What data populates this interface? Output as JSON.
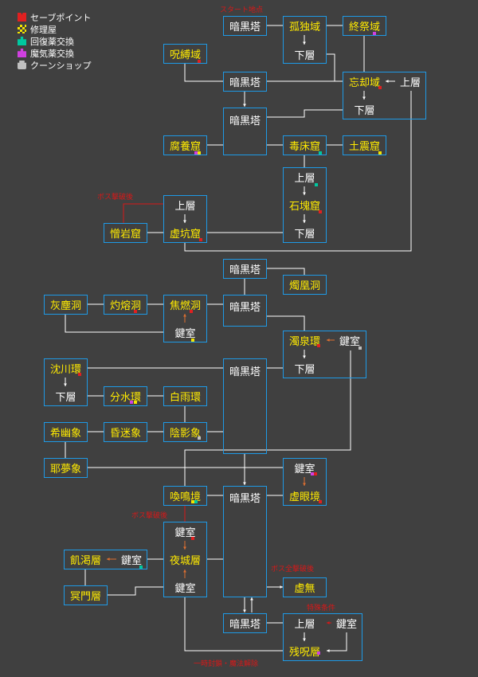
{
  "legend": [
    {
      "key": "save",
      "label": "セーブポイント",
      "color": "#e02020",
      "icon": "save-point-icon"
    },
    {
      "key": "repair",
      "label": "修理屋",
      "color": "#f4e400",
      "icon": "repair-shop-icon"
    },
    {
      "key": "heal",
      "label": "回復薬交換",
      "color": "#00c8a0",
      "icon": "heal-potion-icon"
    },
    {
      "key": "magic",
      "label": "魔気薬交換",
      "color": "#d040e0",
      "icon": "magic-potion-icon"
    },
    {
      "key": "coupon",
      "label": "クーンショップ",
      "color": "#c0c0c0",
      "icon": "coupon-shop-icon"
    }
  ],
  "nodes": {
    "n_tower1": {
      "label": "暗黒塔",
      "style": "plain"
    },
    "n_kodoku": {
      "label": "孤独域",
      "style": "room"
    },
    "n_kodoku_down": {
      "label": "下層",
      "style": "sub"
    },
    "n_shusai": {
      "label": "終祭域",
      "style": "room"
    },
    "n_jubaku": {
      "label": "呪縛域",
      "style": "room"
    },
    "n_tower2": {
      "label": "暗黒塔",
      "style": "plain"
    },
    "n_bokyaku": {
      "label": "忘却域",
      "style": "room"
    },
    "n_bokyaku_up": {
      "label": "上層",
      "style": "sub"
    },
    "n_bokyaku_down": {
      "label": "下層",
      "style": "sub"
    },
    "n_tower3": {
      "label": "暗黒塔",
      "style": "plain"
    },
    "n_fuyo": {
      "label": "腐養窟",
      "style": "room"
    },
    "n_dokusho": {
      "label": "毒床窟",
      "style": "room"
    },
    "n_doshin": {
      "label": "土震窟",
      "style": "room"
    },
    "n_sekkai_up": {
      "label": "上層",
      "style": "sub"
    },
    "n_sekkai": {
      "label": "石塊窟",
      "style": "room"
    },
    "n_sekkai_down": {
      "label": "下層",
      "style": "sub"
    },
    "n_kyoko_up": {
      "label": "上層",
      "style": "sub"
    },
    "n_zogan": {
      "label": "憎岩窟",
      "style": "room"
    },
    "n_kyoko": {
      "label": "虚坑窟",
      "style": "room"
    },
    "n_tower4": {
      "label": "暗黒塔",
      "style": "plain"
    },
    "n_shokuo": {
      "label": "燭凰洞",
      "style": "room"
    },
    "n_kaijin": {
      "label": "灰塵洞",
      "style": "room"
    },
    "n_shakuyo": {
      "label": "灼熔洞",
      "style": "room"
    },
    "n_shonen": {
      "label": "焦燃洞",
      "style": "room"
    },
    "n_shonen_key": {
      "label": "鍵室",
      "style": "sub"
    },
    "n_tower5": {
      "label": "暗黒塔",
      "style": "plain"
    },
    "n_dakusen": {
      "label": "濁泉環",
      "style": "room"
    },
    "n_dakusen_key": {
      "label": "鍵室",
      "style": "sub"
    },
    "n_dakusen_down": {
      "label": "下層",
      "style": "sub"
    },
    "n_chinsen": {
      "label": "沈川環",
      "style": "room"
    },
    "n_chinsen_down": {
      "label": "下層",
      "style": "sub"
    },
    "n_bunsui": {
      "label": "分水環",
      "style": "room"
    },
    "n_hakuu": {
      "label": "白雨環",
      "style": "room"
    },
    "n_tower6": {
      "label": "暗黒塔",
      "style": "plain"
    },
    "n_kiyu": {
      "label": "希幽象",
      "style": "room"
    },
    "n_konmei": {
      "label": "昏迷象",
      "style": "room"
    },
    "n_ineiz": {
      "label": "陰影象",
      "style": "room"
    },
    "n_yamu": {
      "label": "耶夢象",
      "style": "room"
    },
    "n_kangan_key": {
      "label": "鍵室",
      "style": "sub"
    },
    "n_kangan": {
      "label": "虚眼境",
      "style": "room"
    },
    "n_kanmei": {
      "label": "喚鳴境",
      "style": "room"
    },
    "n_tower7": {
      "label": "暗黒塔",
      "style": "plain"
    },
    "n_yajo_key1": {
      "label": "鍵室",
      "style": "sub"
    },
    "n_yajo": {
      "label": "夜城層",
      "style": "room"
    },
    "n_yajo_key2": {
      "label": "鍵室",
      "style": "sub"
    },
    "n_kikatsu": {
      "label": "飢渇層",
      "style": "room"
    },
    "n_kikatsu_key": {
      "label": "鍵室",
      "style": "sub"
    },
    "n_meimon": {
      "label": "冥門層",
      "style": "room"
    },
    "n_kyomu": {
      "label": "虚無",
      "style": "room"
    },
    "n_tower8": {
      "label": "暗黒塔",
      "style": "plain"
    },
    "n_zanju_up": {
      "label": "上層",
      "style": "sub"
    },
    "n_zanju_key": {
      "label": "鍵室",
      "style": "sub"
    },
    "n_zanju": {
      "label": "残呪層",
      "style": "room"
    }
  },
  "notes": [
    {
      "key": "note_start",
      "text": "スタート地点"
    },
    {
      "key": "note_zogan",
      "text": "ボス撃破後"
    },
    {
      "key": "note_kanmei",
      "text": "ボス撃破後"
    },
    {
      "key": "note_kyomu",
      "text": "ボス全撃破後"
    },
    {
      "key": "note_zanju",
      "text": "特殊条件"
    },
    {
      "key": "note_bottom",
      "text": "一時封鎖・魔法解除"
    }
  ]
}
